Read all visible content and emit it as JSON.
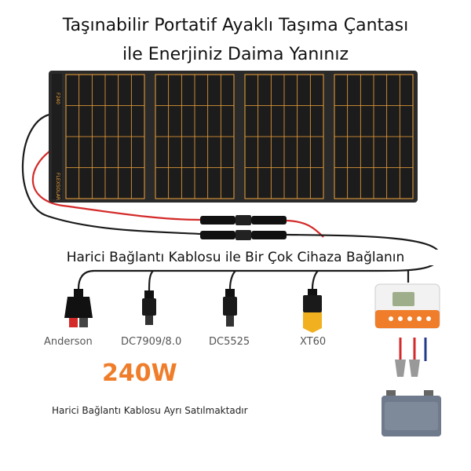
{
  "title": {
    "line1": "Taşınabilir Portatif Ayaklı Taşıma Çantası",
    "line2": "ile Enerjiniz Daima Yanınız"
  },
  "panel": {
    "model": "F240",
    "brand": "FLEXSOLAR"
  },
  "cable_caption": "Harici Bağlantı Kablosu ile Bir Çok Cihaza Bağlanın",
  "connectors": [
    {
      "label": "Anderson"
    },
    {
      "label": "DC7909/8.0"
    },
    {
      "label": "DC5525"
    },
    {
      "label": "XT60"
    }
  ],
  "power": "240W",
  "note": "Harici Bağlantı Kablosu Ayrı Satılmaktadır",
  "colors": {
    "panel": "#2a2a2a",
    "grid": "#f0a33a",
    "accent": "#ef7d2a",
    "cable_red": "#d42a2a",
    "cable_black": "#1a1a1a"
  }
}
